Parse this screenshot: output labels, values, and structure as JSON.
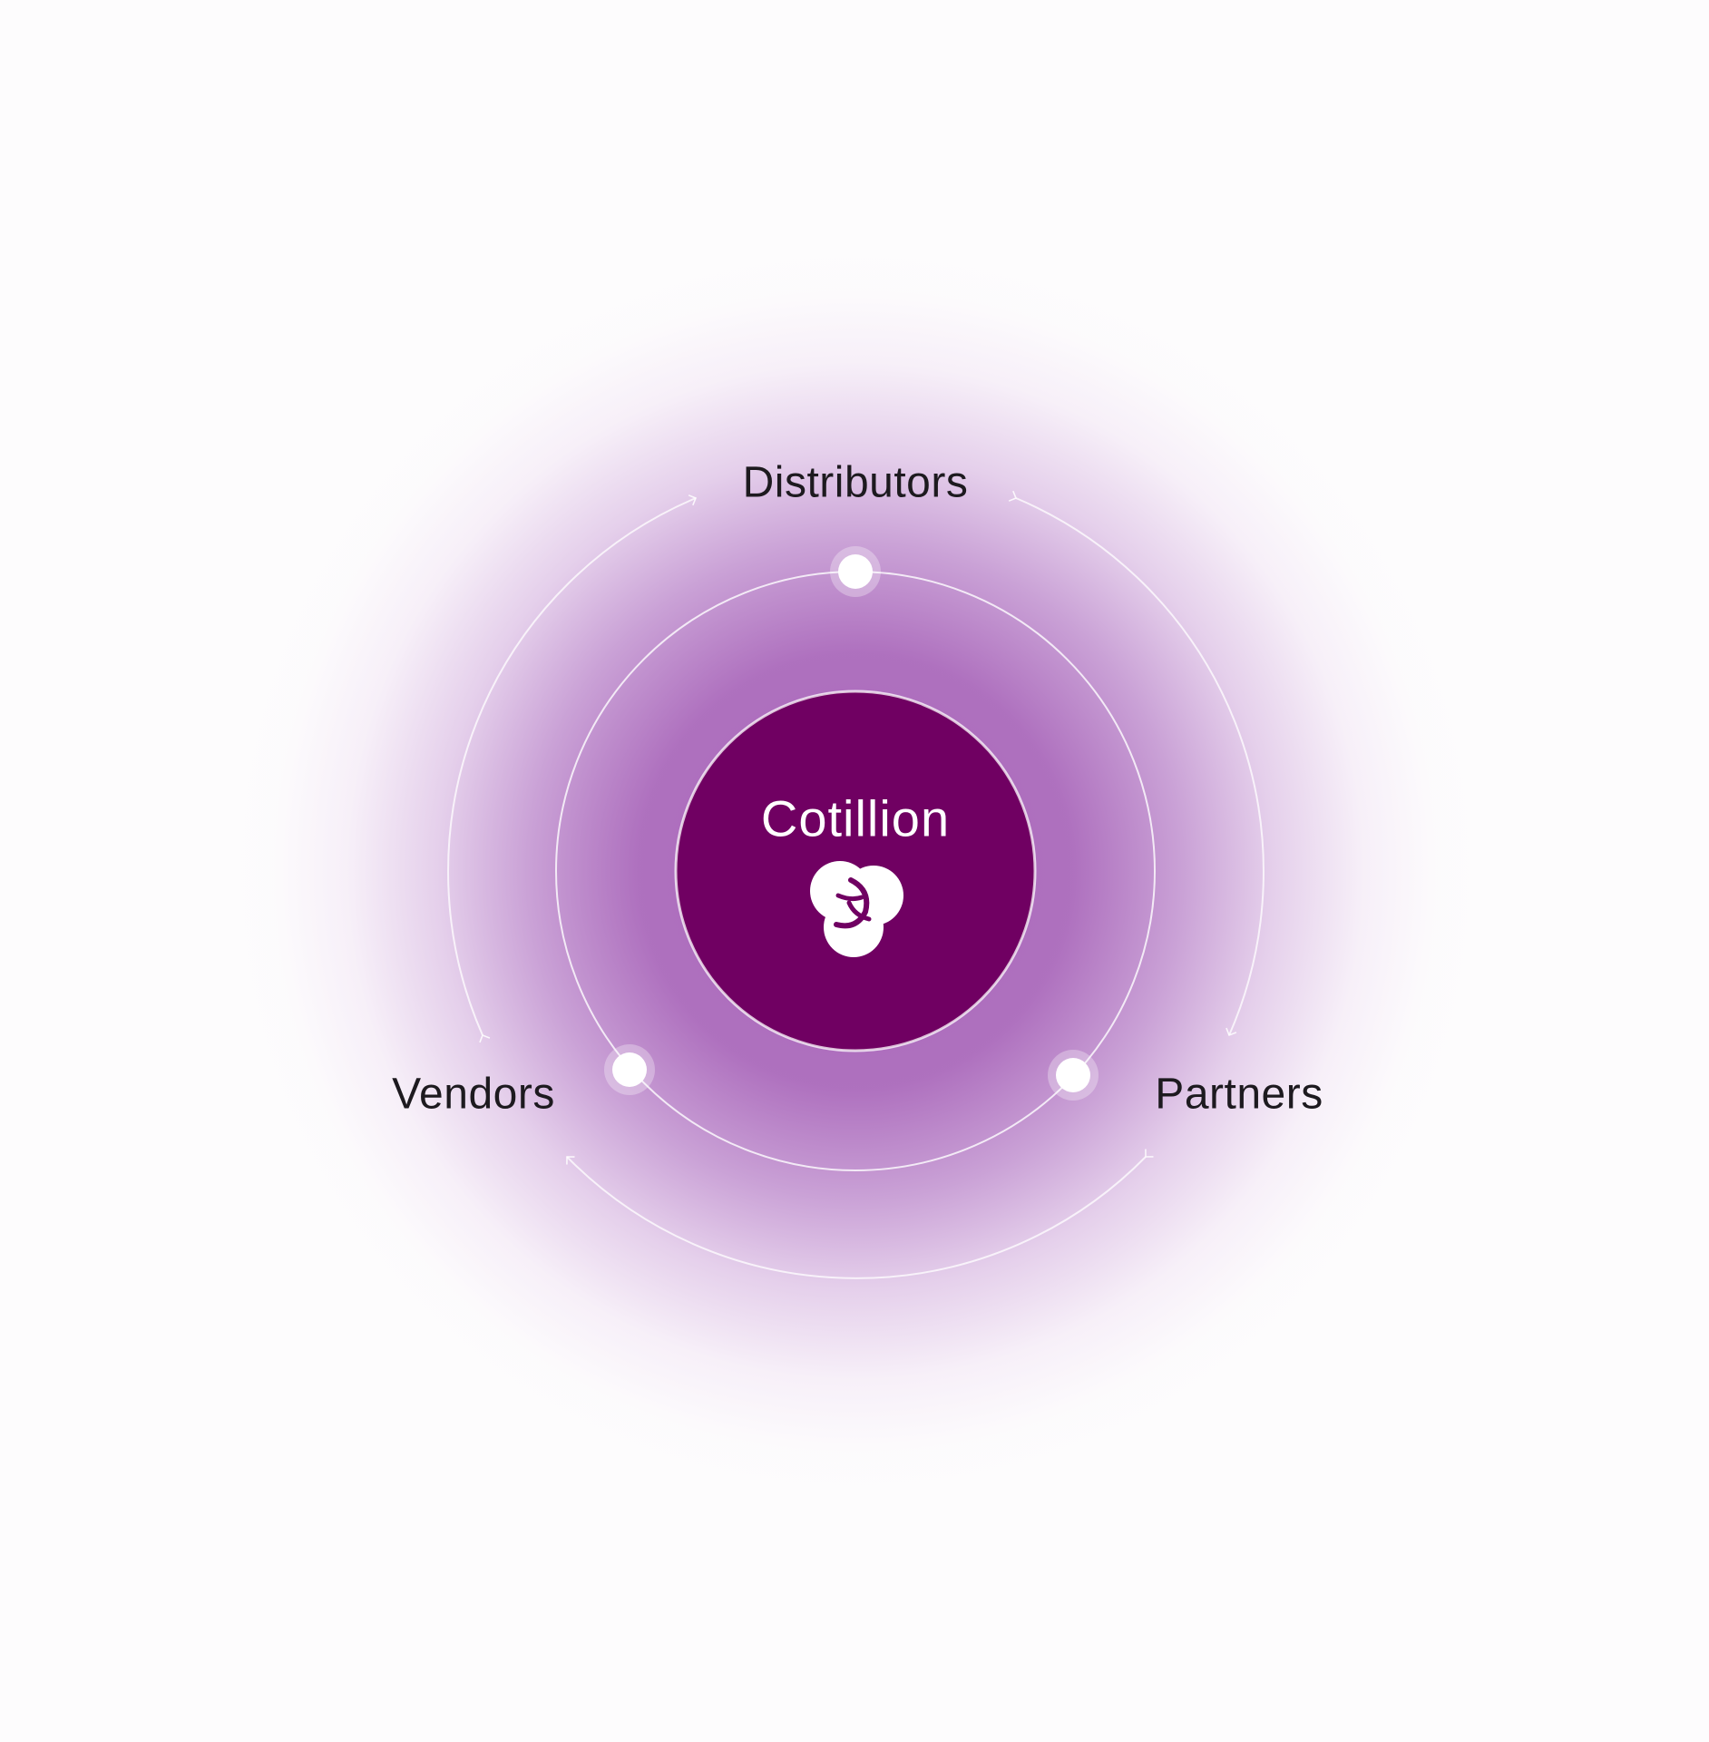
{
  "center": {
    "title": "Cotillion",
    "logo_icon": "three-circles-logo-icon",
    "fill_color": "#700062"
  },
  "nodes": [
    {
      "label": "Distributors"
    },
    {
      "label": "Partners"
    },
    {
      "label": "Vendors"
    }
  ],
  "colors": {
    "glow": "#9b4eaf",
    "ring": "#ffffff",
    "label_text": "#1d1a1f",
    "background": "#fdfcfd"
  }
}
